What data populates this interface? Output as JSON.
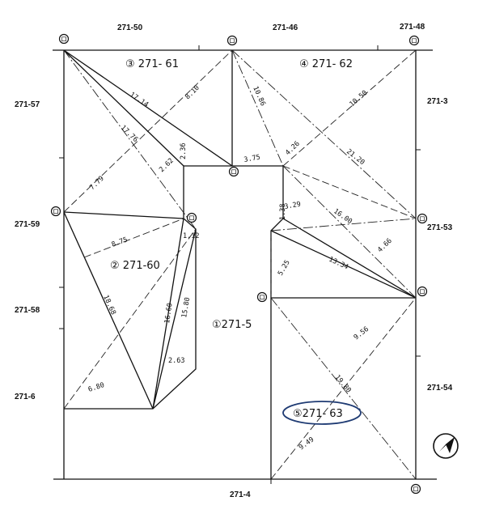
{
  "adjacent_lots": [
    {
      "id": "a1",
      "label": "271-50"
    },
    {
      "id": "a2",
      "label": "271-46"
    },
    {
      "id": "a3",
      "label": "271-48"
    },
    {
      "id": "a4",
      "label": "271-57"
    },
    {
      "id": "a5",
      "label": "271-3"
    },
    {
      "id": "a6",
      "label": "271-59"
    },
    {
      "id": "a7",
      "label": "271-53"
    },
    {
      "id": "a8",
      "label": "271-58"
    },
    {
      "id": "a9",
      "label": "271-6"
    },
    {
      "id": "a10",
      "label": "271-54"
    },
    {
      "id": "a11",
      "label": "271-4"
    }
  ],
  "parcels": [
    {
      "id": "p3",
      "label": "③ 271- 61"
    },
    {
      "id": "p4",
      "label": "④ 271- 62"
    },
    {
      "id": "p2",
      "label": "② 271-60"
    },
    {
      "id": "p1",
      "label": "①271-5"
    },
    {
      "id": "p5",
      "label": "⑤271- 63"
    }
  ],
  "measurements": [
    {
      "id": "m1",
      "text": "17.14"
    },
    {
      "id": "m2",
      "text": "8.10"
    },
    {
      "id": "m3",
      "text": "10.86"
    },
    {
      "id": "m4",
      "text": "10.50"
    },
    {
      "id": "m5",
      "text": "17.76"
    },
    {
      "id": "m6",
      "text": "2.36"
    },
    {
      "id": "m7",
      "text": "2.62"
    },
    {
      "id": "m8",
      "text": "7.79"
    },
    {
      "id": "m9",
      "text": "3.75"
    },
    {
      "id": "m10",
      "text": "4.26"
    },
    {
      "id": "m11",
      "text": "21.20"
    },
    {
      "id": "m12",
      "text": "3.29"
    },
    {
      "id": "m13",
      "text": "16.00"
    },
    {
      "id": "m14",
      "text": "4.66"
    },
    {
      "id": "m15",
      "text": "1.12"
    },
    {
      "id": "m16",
      "text": "8.75"
    },
    {
      "id": "m17",
      "text": "1.38"
    },
    {
      "id": "m18",
      "text": "13.34"
    },
    {
      "id": "m19",
      "text": "5.25"
    },
    {
      "id": "m20",
      "text": "16.60"
    },
    {
      "id": "m21",
      "text": "15.80"
    },
    {
      "id": "m22",
      "text": "18.68"
    },
    {
      "id": "m23",
      "text": "9.56"
    },
    {
      "id": "m24",
      "text": "2.63"
    },
    {
      "id": "m25",
      "text": "6.80"
    },
    {
      "id": "m26",
      "text": "19.80"
    },
    {
      "id": "m27",
      "text": "9.49"
    }
  ],
  "marker_glyph": "ロ",
  "highlight_color": "#1f3b73"
}
